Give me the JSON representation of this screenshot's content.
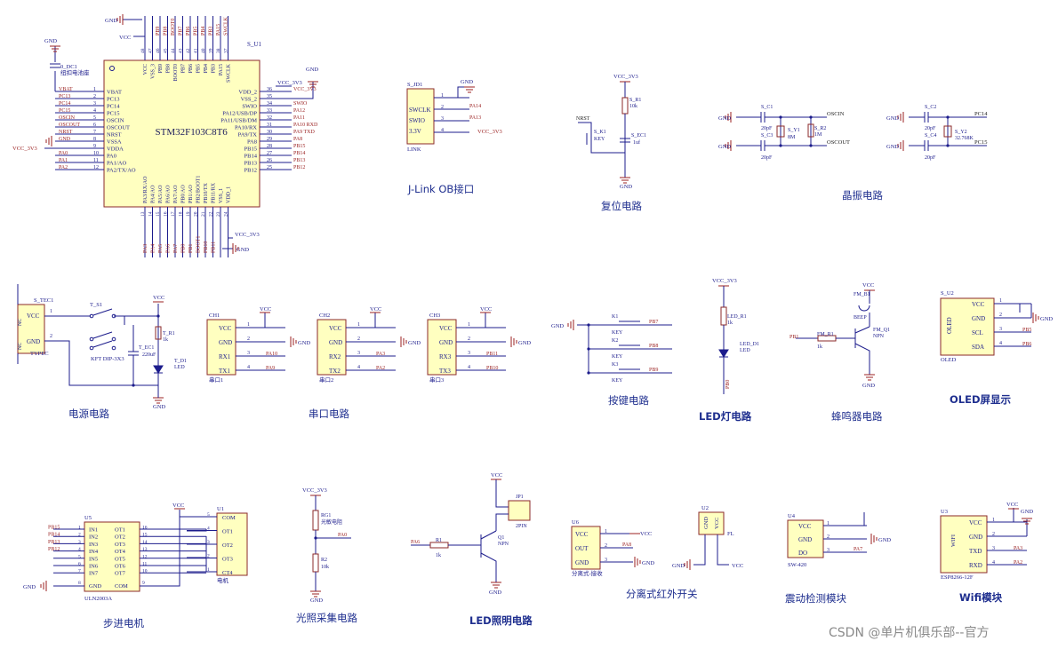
{
  "titles": {
    "jlink": "J-Link OB接口",
    "reset": "复位电路",
    "crystal": "晶振电路",
    "power": "电源电路",
    "uart": "串口电路",
    "keys": "按键电路",
    "led": "LED灯电路",
    "buzzer": "蜂鸣器电路",
    "oled": "OLED屏显示",
    "stepper": "步进电机",
    "light": "光照采集电路",
    "lighting": "LED照明电路",
    "ir": "分离式红外开关",
    "vib": "震动检测模块",
    "wifi": "Wifi模块"
  },
  "watermark": "CSDN @单片机俱乐部--官方",
  "nets": {
    "gnd": "GND",
    "vcc": "VCC",
    "vcc33": "VCC_3V3"
  },
  "mcu": {
    "ref": "S_U1",
    "part": "STM32F103C8T6",
    "left_pins": [
      "VBAT",
      "PC13",
      "PC14",
      "PC15",
      "OSCIN",
      "OSCOUT",
      "NRST",
      "VSSA",
      "VDDA",
      "PA0",
      "PA1/AO",
      "PA2/TX/AO"
    ],
    "left_nums": [
      "1",
      "2",
      "3",
      "4",
      "5",
      "6",
      "7",
      "8",
      "9",
      "10",
      "11",
      "12"
    ],
    "left_nets": [
      "VBAT",
      "PC13",
      "PC14",
      "PC15",
      "OSCIN",
      "OSCOUT",
      "NRST",
      "GND",
      "VCC_3V3",
      "PA0",
      "PA1",
      "PA2"
    ],
    "right_pins": [
      "VDD_2",
      "VSS_2",
      "SWIO",
      "PA12/USB/DP",
      "PA11/USB/DM",
      "PA10/RX",
      "PA9/TX",
      "PA8",
      "PB15",
      "PB14",
      "PB13",
      "PB12"
    ],
    "right_nums": [
      "36",
      "35",
      "34",
      "33",
      "32",
      "31",
      "30",
      "29",
      "28",
      "27",
      "26",
      "25"
    ],
    "right_nets": [
      "VCC_3V3",
      "",
      "SWIO",
      "PA12",
      "PA11",
      "PA10 RXD",
      "PA9 TXD",
      "PA8",
      "PB15",
      "PB14",
      "PB13",
      "PB12"
    ],
    "top_pins": [
      "VCC",
      "VSS_3",
      "PB9",
      "PB8",
      "BOOT0",
      "PB7",
      "PB6",
      "PB5",
      "PB4",
      "PB3",
      "PA15",
      "SWCLK"
    ],
    "top_nums": [
      "48",
      "47",
      "46",
      "45",
      "44",
      "43",
      "42",
      "41",
      "40",
      "39",
      "38",
      "37"
    ],
    "top_nets": [
      "",
      "",
      "PB9",
      "PB8",
      "BOOT0",
      "PB7",
      "PB6",
      "PB5",
      "PB4",
      "PB3",
      "PA15",
      "SWCLK"
    ],
    "bottom_pins": [
      "PA3/RX/AO",
      "PA4/AO",
      "PA5/AO",
      "PA6/AO",
      "PA7/AO",
      "PB0/AO",
      "PB1/AO",
      "PB2/BOOT1",
      "PB10/TX",
      "PB11/RX",
      "VSS_1",
      "VDD_1"
    ],
    "bottom_nums": [
      "13",
      "14",
      "15",
      "16",
      "17",
      "18",
      "19",
      "20",
      "21",
      "22",
      "23",
      "24"
    ],
    "bottom_nets": [
      "PA3",
      "PA4",
      "PA5",
      "PA6",
      "PA7",
      "PB0",
      "PB1",
      "BOOT1",
      "PB10",
      "PB11",
      "",
      ""
    ],
    "battery_ref": "0_DC1",
    "battery_label": "纽扣电池座"
  },
  "jlink": {
    "ref": "S_JD1",
    "pins": [
      "1",
      "2",
      "3",
      "4"
    ],
    "labels": [
      "SWCLK",
      "SWIO",
      "3.3V"
    ],
    "nets": [
      "PA14",
      "PA13",
      "VCC_3V3"
    ],
    "name": "LINK"
  },
  "reset": {
    "res_ref": "S_R1",
    "res_val": "10k",
    "key_ref": "S_K1",
    "key_val": "KEY",
    "cap_ref": "S_EC1",
    "cap_val": "1uf",
    "net": "NRST"
  },
  "crystal": {
    "c1": "S_C1",
    "c3": "S_C3",
    "c2": "S_C2",
    "c4": "S_C4",
    "cval": "20pF",
    "y1": "S_Y1",
    "y1val": "8M",
    "r2": "S_R2",
    "r2val": "1M",
    "y2": "S_Y2",
    "y2val": "32.768K",
    "nets": [
      "OSCIN",
      "OSCOUT",
      "PC14",
      "PC15"
    ]
  },
  "power": {
    "tec_ref": "S_TEC1",
    "tec_name": "TYPEC",
    "tec_pins": [
      "VCC",
      "GND"
    ],
    "nc": "NC",
    "sw_ref": "T_S1",
    "sw_val": "KFT DIP-3X3",
    "r_ref": "T_R1",
    "r_val": "1k",
    "c_ref": "T_EC1",
    "c_val": "220uF",
    "d_ref": "T_D1",
    "d_val": "LED"
  },
  "uarts": [
    {
      "ref": "CH1",
      "name": "串口1",
      "pins": [
        "VCC",
        "GND",
        "RX1",
        "TX1"
      ],
      "nets": [
        "",
        "GND",
        "PA10",
        "PA9"
      ]
    },
    {
      "ref": "CH2",
      "name": "串口2",
      "pins": [
        "VCC",
        "GND",
        "RX2",
        "TX2"
      ],
      "nets": [
        "",
        "GND",
        "PA3",
        "PA2"
      ]
    },
    {
      "ref": "CH3",
      "name": "串口3",
      "pins": [
        "VCC",
        "GND",
        "RX3",
        "TX3"
      ],
      "nets": [
        "",
        "GND",
        "PB11",
        "PB10"
      ]
    }
  ],
  "keys": {
    "refs": [
      "K1",
      "K2",
      "K3"
    ],
    "val": "KEY",
    "nets": [
      "PB7",
      "PB8",
      "PB9"
    ]
  },
  "led": {
    "r_ref": "LED_R1",
    "r_val": "1k",
    "d_ref": "LED_D1",
    "d_val": "LED",
    "net": "PB0"
  },
  "buzzer": {
    "b_ref": "FM_B1",
    "b_val": "BEEP",
    "r_ref": "FM_R1",
    "r_val": "1k",
    "q_ref": "FM_Q1",
    "q_val": "NPN",
    "net": "PB1"
  },
  "oled": {
    "ref": "S_U2",
    "name": "OLED",
    "pins": [
      "VCC",
      "GND",
      "SCL",
      "SDA"
    ],
    "nets": [
      "",
      "GND",
      "PB5",
      "PB6"
    ]
  },
  "stepper": {
    "ref": "U5",
    "part": "ULN2003A",
    "inputs": [
      "IN1",
      "IN2",
      "IN3",
      "IN4",
      "IN5",
      "IN6",
      "IN7"
    ],
    "outputs": [
      "OT1",
      "OT2",
      "OT3",
      "OT4",
      "OT5",
      "OT6",
      "OT7"
    ],
    "in_nets": [
      "PB15",
      "PB14",
      "PB13",
      "PB12"
    ],
    "gnd_pin": "GND",
    "com_pin": "COM",
    "motor_ref": "U1",
    "motor_name": "电机",
    "motor_pins": [
      "COM",
      "OT1",
      "OT2",
      "OT3",
      "CT4"
    ]
  },
  "light": {
    "rg_ref": "RG1",
    "rg_val": "光敏电阻",
    "r_ref": "R2",
    "r_val": "10k",
    "net": "PA0"
  },
  "lighting": {
    "jp_ref": "JP1",
    "jp_val": "2PIN",
    "q_ref": "Q1",
    "q_val": "NPN",
    "r_ref": "R1",
    "r_val": "1k",
    "net": "PA6"
  },
  "ir": {
    "u6_ref": "U6",
    "u6_name": "分离式-接收",
    "u6_pins": [
      "VCC",
      "OUT",
      "GND"
    ],
    "u6_net": "PA8",
    "u2_ref": "U2",
    "u2_pins": [
      "GND",
      "VCC"
    ],
    "u2_name": "FL"
  },
  "vib": {
    "ref": "U4",
    "name": "SW-420",
    "pins": [
      "VCC",
      "GND",
      "DO"
    ],
    "net": "PA7"
  },
  "wifi": {
    "ref": "U3",
    "name": "ESP8266-12F",
    "body": "WIFI",
    "pins": [
      "VCC",
      "GND",
      "TXD",
      "RXD"
    ],
    "nets": [
      "",
      "",
      "PA3",
      "PA2"
    ]
  }
}
